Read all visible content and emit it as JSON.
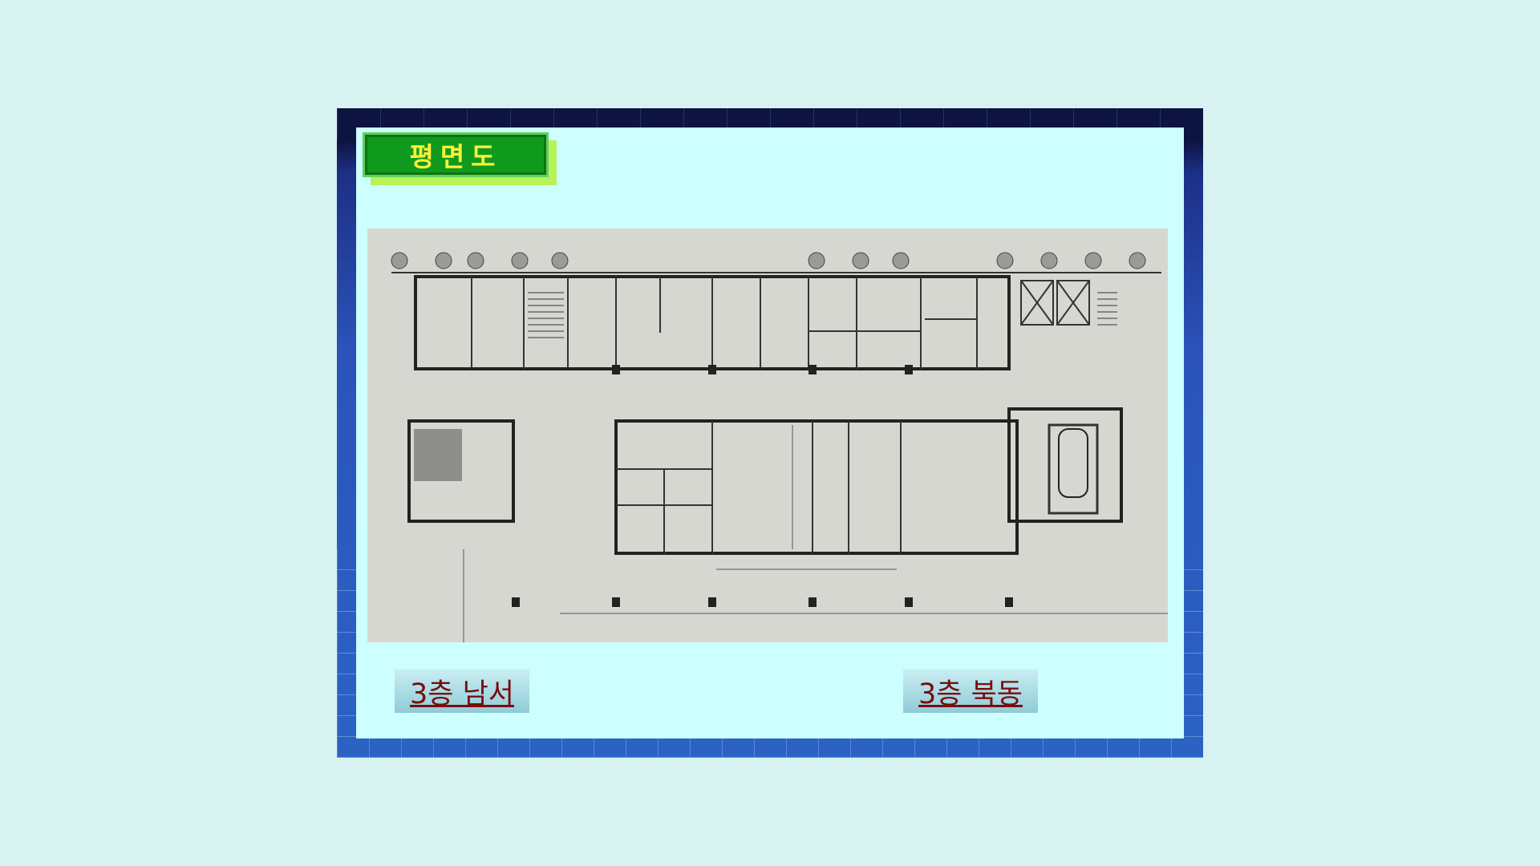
{
  "slide": {
    "title": "평면도",
    "image_alt": "floor-plan-drawing",
    "links": [
      {
        "label": "3층 남서"
      },
      {
        "label": "3층 북동"
      }
    ]
  },
  "colors": {
    "page_background": "#d8f2f2",
    "panel_background": "#ccfffe",
    "title_fill": "#0f9a1e",
    "title_text": "#ffef3a",
    "link_text": "#7a0d0d"
  }
}
